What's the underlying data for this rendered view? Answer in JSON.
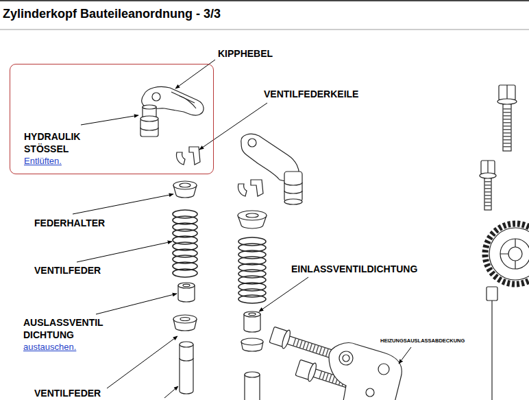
{
  "diagram": {
    "title": "Zylinderkopf Bauteileanordnung - 3/3",
    "nodes": [
      {
        "text": [
          "HYDRAULIK STÖSSEL",
          "Entlüften."
        ]
      }
    ],
    "labels": [
      "KIPPHEBEL",
      "VENTILFEDERKEILE",
      "FEDERHALTER",
      "VENTILFEDER",
      "EINLASSVENTILDICHTUNG",
      "AUSLASSVENTIL DICHTUNG",
      "austauschen.",
      "HEIZUNGSAUSLASSABDECKUNG",
      "VENTILFEDER"
    ]
  }
}
